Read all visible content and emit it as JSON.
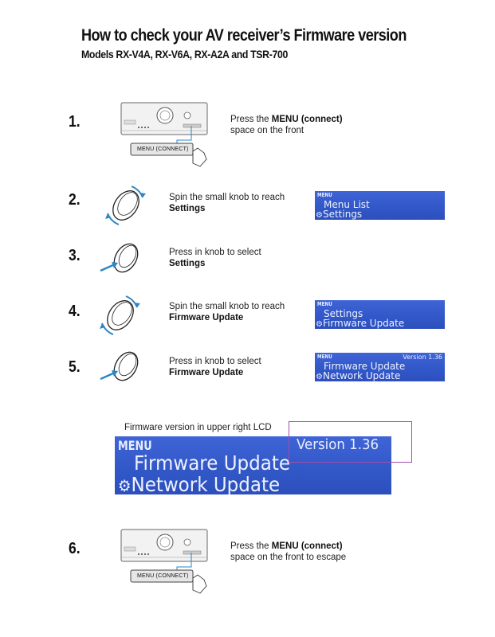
{
  "header": {
    "title": "How to check your AV receiver’s Firmware version",
    "subtitle": "Models RX-V4A, RX-V6A, RX-A2A and TSR-700"
  },
  "steps": [
    {
      "number": "1.",
      "text_pre": "Press the ",
      "text_bold": "MENU (connect)",
      "text_post": "space on the front",
      "button_label": "MENU (CONNECT)"
    },
    {
      "number": "2.",
      "text_line": "Spin the small knob to reach",
      "text_bold": "Settings",
      "lcd": {
        "tag": "MENU",
        "line1": "Menu List",
        "line2": "Settings",
        "version": ""
      }
    },
    {
      "number": "3.",
      "text_line": "Press in knob to select",
      "text_bold": "Settings"
    },
    {
      "number": "4.",
      "text_line": "Spin the small knob to reach",
      "text_bold": "Firmware Update",
      "lcd": {
        "tag": "MENU",
        "line1": "Settings",
        "line2": "Firmware Update",
        "version": ""
      }
    },
    {
      "number": "5.",
      "text_line": "Press in knob to select",
      "text_bold": "Firmware Update",
      "lcd": {
        "tag": "MENU",
        "line1": "Firmware Update",
        "line2": "Network Update",
        "version": "Version    1.36"
      }
    },
    {
      "number": "6.",
      "text_pre": "Press the ",
      "text_bold": "MENU (connect)",
      "text_post": "space on the front to escape",
      "button_label": "MENU (CONNECT)"
    }
  ],
  "callout": {
    "label": "Firmware version in upper right LCD",
    "lcd": {
      "tag": "MENU",
      "line1": "Firmware Update",
      "line2": "Network Update",
      "version": "Version    1.36"
    }
  },
  "colors": {
    "lcd_blue": "#3a5fd0",
    "callout_border": "#a14fb3",
    "icon_arrow": "#2a86c4"
  }
}
